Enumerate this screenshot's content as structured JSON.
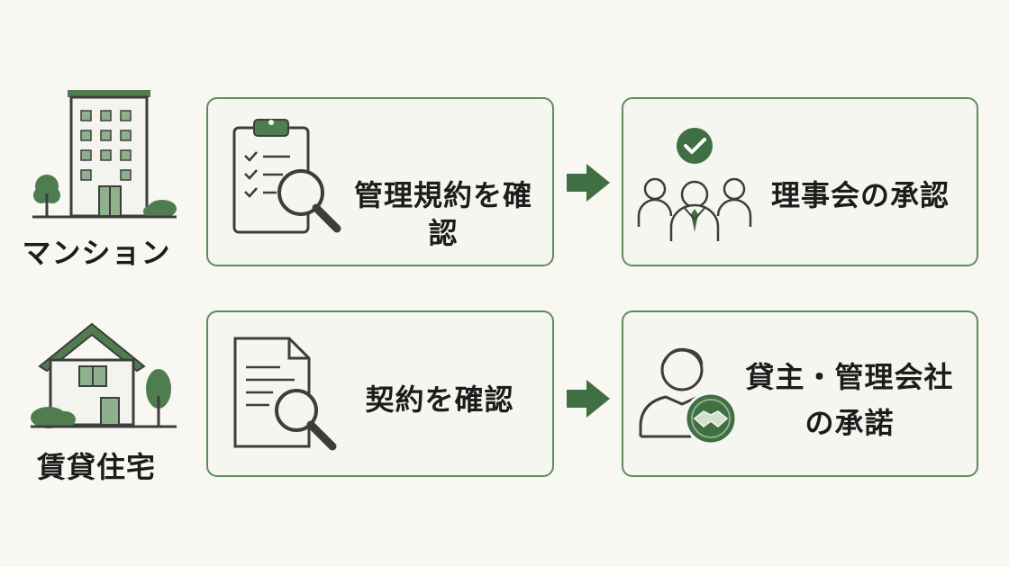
{
  "rows": [
    {
      "category": "マンション",
      "step1": "管理規約を確認",
      "step2": "理事会の承認"
    },
    {
      "category": "賃貸住宅",
      "step1": "契約を確認",
      "step2_line1": "貸主・管理会社",
      "step2_line2": "の承諾"
    }
  ],
  "colors": {
    "accent": "#3f6f43",
    "border": "#5e8c5e",
    "fill_light": "#8fb08c",
    "background": "#f8f7f2"
  }
}
